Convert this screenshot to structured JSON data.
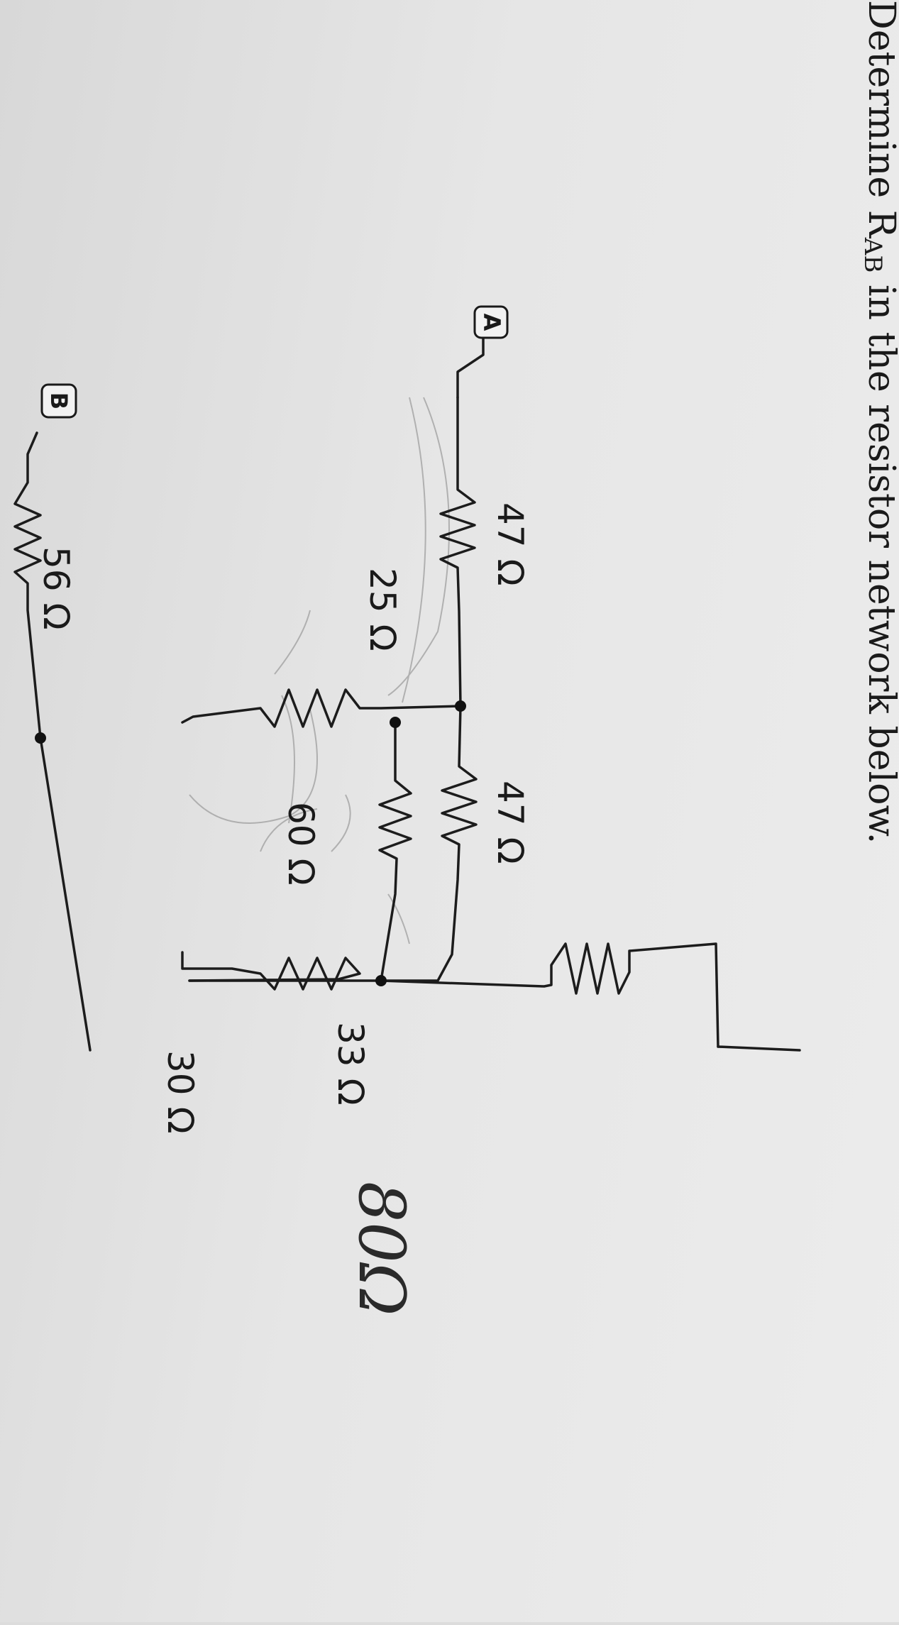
{
  "problem": {
    "prefix": "Determine R",
    "subscript": "AB",
    "suffix": " in the resistor network below."
  },
  "terminals": {
    "a": "A",
    "b": "B"
  },
  "resistors": {
    "r1": "47 Ω",
    "r2": "47 Ω",
    "r3": "25 Ω",
    "r4": "33 Ω",
    "r5": "60 Ω",
    "r6": "30 Ω",
    "r7": "56 Ω"
  },
  "handwritten_answer": "80Ω",
  "colors": {
    "ink": "#1c1c1c",
    "pencil": "#8a8a8a",
    "paper": "#e4e4e4"
  }
}
